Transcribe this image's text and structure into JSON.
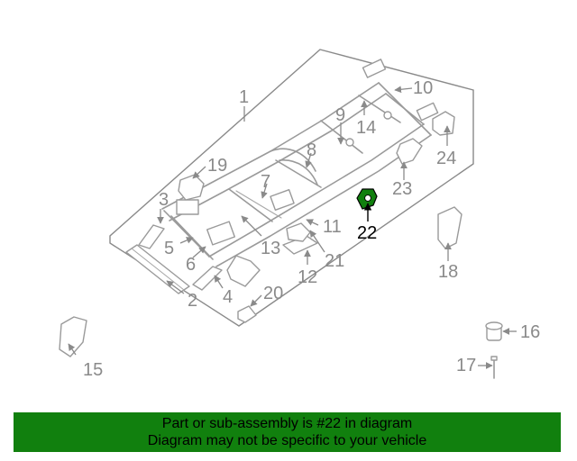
{
  "diagram": {
    "highlight_color": "#11800e",
    "callouts": [
      {
        "id": "c1",
        "label": "1"
      },
      {
        "id": "c2",
        "label": "2"
      },
      {
        "id": "c3",
        "label": "3"
      },
      {
        "id": "c4",
        "label": "4"
      },
      {
        "id": "c5",
        "label": "5"
      },
      {
        "id": "c6",
        "label": "6"
      },
      {
        "id": "c7",
        "label": "7"
      },
      {
        "id": "c8",
        "label": "8"
      },
      {
        "id": "c9",
        "label": "9"
      },
      {
        "id": "c10",
        "label": "10"
      },
      {
        "id": "c11",
        "label": "11"
      },
      {
        "id": "c12",
        "label": "12"
      },
      {
        "id": "c13",
        "label": "13"
      },
      {
        "id": "c14",
        "label": "14"
      },
      {
        "id": "c15",
        "label": "15"
      },
      {
        "id": "c16",
        "label": "16"
      },
      {
        "id": "c17",
        "label": "17"
      },
      {
        "id": "c18",
        "label": "18"
      },
      {
        "id": "c19",
        "label": "19"
      },
      {
        "id": "c20",
        "label": "20"
      },
      {
        "id": "c21",
        "label": "21"
      },
      {
        "id": "c22",
        "label": "22",
        "highlighted": true
      },
      {
        "id": "c23",
        "label": "23"
      },
      {
        "id": "c24",
        "label": "24"
      }
    ]
  },
  "banner": {
    "line1": "Part or sub-assembly is #22 in diagram",
    "line2": "Diagram may not be specific to your vehicle"
  }
}
